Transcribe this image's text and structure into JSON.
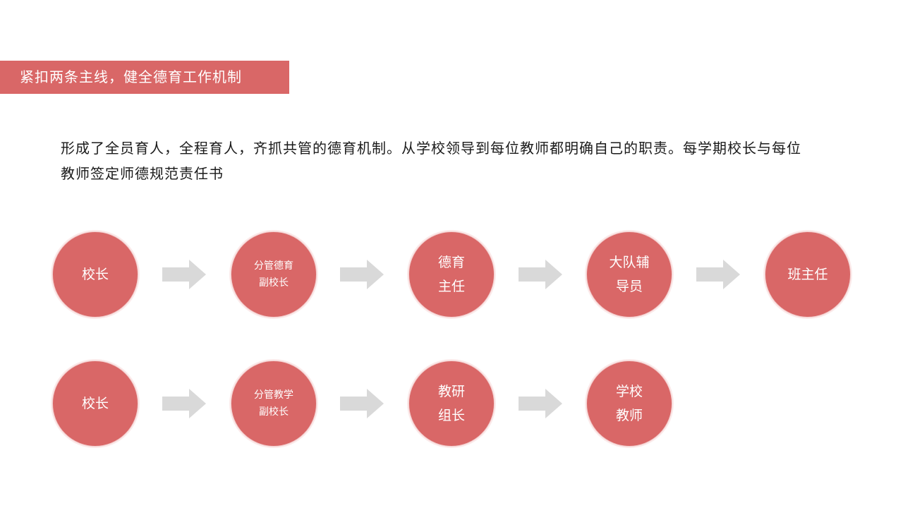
{
  "header": {
    "title": "紧扣两条主线，健全德育工作机制"
  },
  "intro": {
    "text": "形成了全员育人，全程育人，齐抓共管的德育机制。从学校领导到每位教师都明确自己的职责。每学期校长与每位教师签定师德规范责任书"
  },
  "colors": {
    "accent": "#d96767",
    "arrow": "#d9d9d9"
  },
  "moral_flow": {
    "nodes": [
      {
        "label": "校长"
      },
      {
        "label": "分管德育\n副校长"
      },
      {
        "label": "德育\n主任"
      },
      {
        "label": "大队辅\n导员"
      },
      {
        "label": "班主任"
      }
    ]
  },
  "teaching_flow": {
    "nodes": [
      {
        "label": "校长"
      },
      {
        "label": "分管教学\n副校长"
      },
      {
        "label": "教研\n组长"
      },
      {
        "label": "学校\n教师"
      }
    ]
  }
}
